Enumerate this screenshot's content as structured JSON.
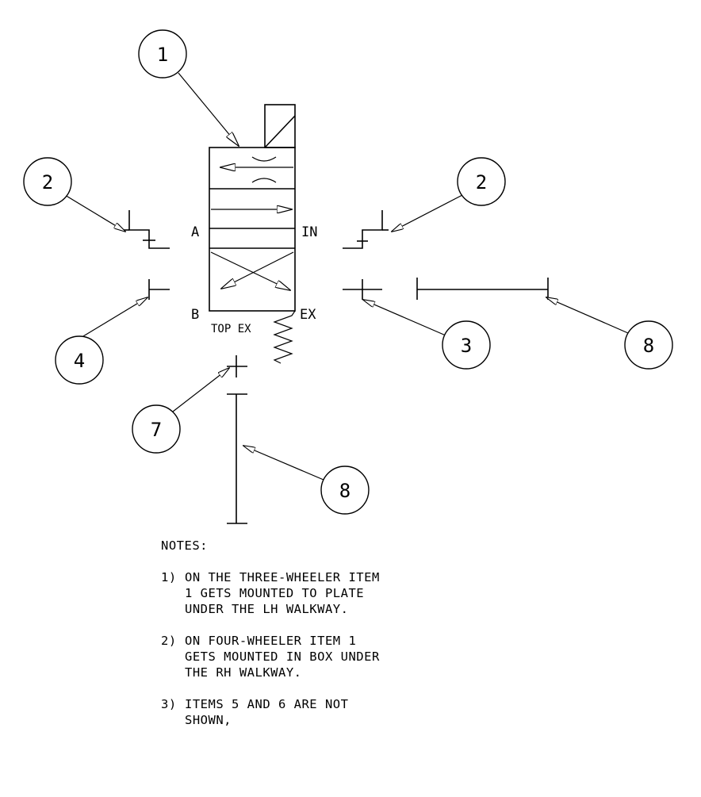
{
  "balloons": {
    "b1": "1",
    "b2_left": "2",
    "b2_right": "2",
    "b3": "3",
    "b4": "4",
    "b7": "7",
    "b8_right": "8",
    "b8_bottom": "8"
  },
  "ports": {
    "a": "A",
    "in": "IN",
    "b": "B",
    "ex": "EX",
    "top_ex": "TOP EX"
  },
  "notes": {
    "heading": "NOTES:",
    "items": [
      {
        "num": "1)",
        "text": "ON THE THREE-WHEELER ITEM 1 GETS MOUNTED TO PLATE UNDER THE LH WALKWAY."
      },
      {
        "num": "2)",
        "text": "ON FOUR-WHEELER ITEM 1 GETS MOUNTED IN BOX UNDER THE RH WALKWAY."
      },
      {
        "num": "3)",
        "text": "ITEMS 5 AND 6 ARE NOT SHOWN,"
      }
    ]
  }
}
